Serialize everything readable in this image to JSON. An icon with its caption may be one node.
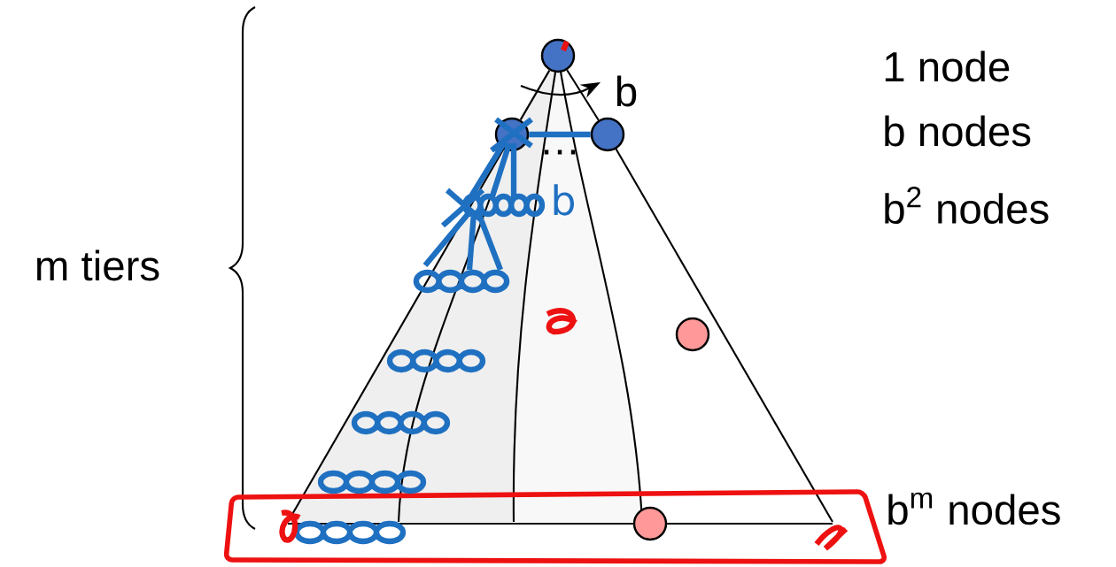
{
  "diagram": {
    "nodes": [
      {
        "text": [],
        "shape": "circle"
      },
      {
        "text": [],
        "shape": "circle"
      },
      {
        "text": [],
        "shape": "circle"
      },
      {
        "text": [],
        "shape": "circle"
      },
      {
        "text": [],
        "shape": "circle"
      }
    ],
    "edges": [
      {
        "from": 0,
        "to": 1,
        "arrow": "none"
      },
      {
        "from": 0,
        "to": 2,
        "arrow": "none"
      },
      {
        "from": 1,
        "to": 2,
        "arrow": "none",
        "style": "thick",
        "color": "#1f70c1"
      }
    ],
    "labels": [
      "1 node",
      "b",
      "b nodes",
      "…",
      "b",
      "b$^{2}$ nodes",
      "m tiers",
      "b$^{m}$ nodes"
    ]
  }
}
